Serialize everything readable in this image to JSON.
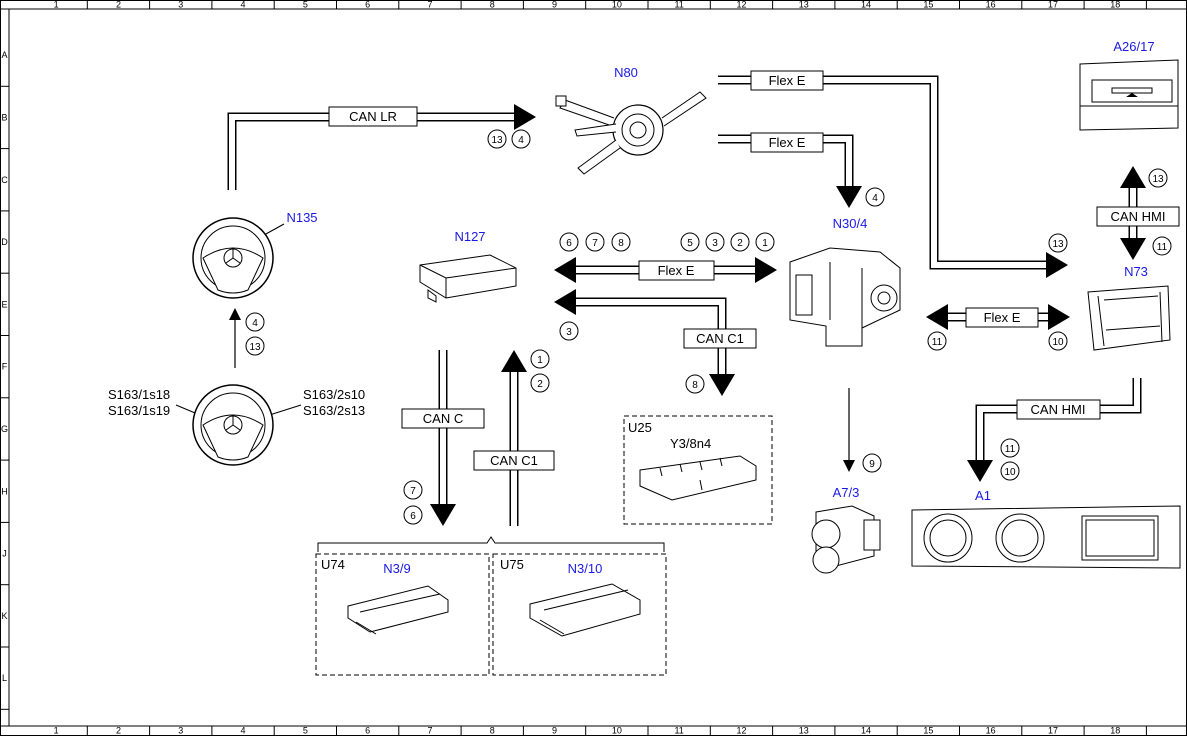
{
  "grid": {
    "columns": [
      "1",
      "2",
      "3",
      "4",
      "5",
      "6",
      "7",
      "8",
      "9",
      "10",
      "11",
      "12",
      "13",
      "14",
      "15",
      "16",
      "17",
      "18"
    ],
    "rows": [
      "A",
      "B",
      "C",
      "D",
      "E",
      "F",
      "G",
      "H",
      "J",
      "K",
      "L"
    ]
  },
  "components": {
    "n80": "N80",
    "n135": "N135",
    "n127": "N127",
    "n30_4": "N30/4",
    "a26_17": "A26/17",
    "n73": "N73",
    "u25": "U25",
    "y3_8n4": "Y3/8n4",
    "a7_3": "A7/3",
    "a1": "A1",
    "u74": "U74",
    "n3_9": "N3/9",
    "u75": "U75",
    "n3_10": "N3/10",
    "s163_1s18": "S163/1s18",
    "s163_1s19": "S163/1s19",
    "s163_2s10": "S163/2s10",
    "s163_2s13": "S163/2s13"
  },
  "buses": {
    "can_lr": "CAN LR",
    "flex_e_top": "Flex E",
    "flex_e_mid": "Flex E",
    "flex_e_center": "Flex E",
    "flex_e_right": "Flex E",
    "can_c1_right": "CAN C1",
    "can_c": "CAN C",
    "can_c1_left": "CAN C1",
    "can_hmi_top": "CAN HMI",
    "can_hmi_bottom": "CAN HMI"
  },
  "signals": {
    "can_lr": [
      "13",
      "4"
    ],
    "flex_e_mid": [
      "4"
    ],
    "flex_e_top": [
      "13"
    ],
    "flex_e_center_left": [
      "6",
      "7",
      "8"
    ],
    "flex_e_center_right": [
      "5",
      "3",
      "2",
      "1"
    ],
    "can_c1_right_top": [
      "3"
    ],
    "can_c1_right_bottom": [
      "8"
    ],
    "wheel_up": [
      "4",
      "13"
    ],
    "can_c1_left": [
      "1",
      "2"
    ],
    "can_c": [
      "7",
      "6"
    ],
    "n30_to_a7": [
      "9"
    ],
    "flex_e_right": [
      "11",
      "10"
    ],
    "can_hmi_top": [
      "13",
      "11"
    ],
    "can_hmi_bottom": [
      "11",
      "10"
    ]
  }
}
